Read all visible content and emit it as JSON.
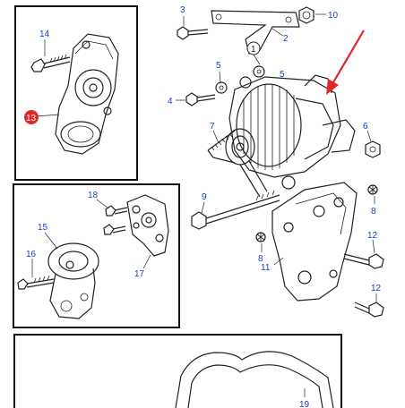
{
  "callouts": {
    "c1": "1",
    "c2": "2",
    "c3": "3",
    "c4": "4",
    "c5a": "5",
    "c5b": "5",
    "c6": "6",
    "c7": "7",
    "c8a": "8",
    "c8b": "8",
    "c9": "9",
    "c10": "10",
    "c11": "11",
    "c12a": "12",
    "c12b": "12",
    "c13": "13",
    "c14": "14",
    "c15": "15",
    "c16": "16",
    "c17": "17",
    "c18": "18",
    "c19": "19"
  },
  "colors": {
    "label_blue": "#1a3fc4",
    "highlight_red": "#e0262b",
    "line": "#222222"
  },
  "icons": {
    "pointer": "red-arrow-icon",
    "highlight": "red-dot-marker-icon"
  }
}
